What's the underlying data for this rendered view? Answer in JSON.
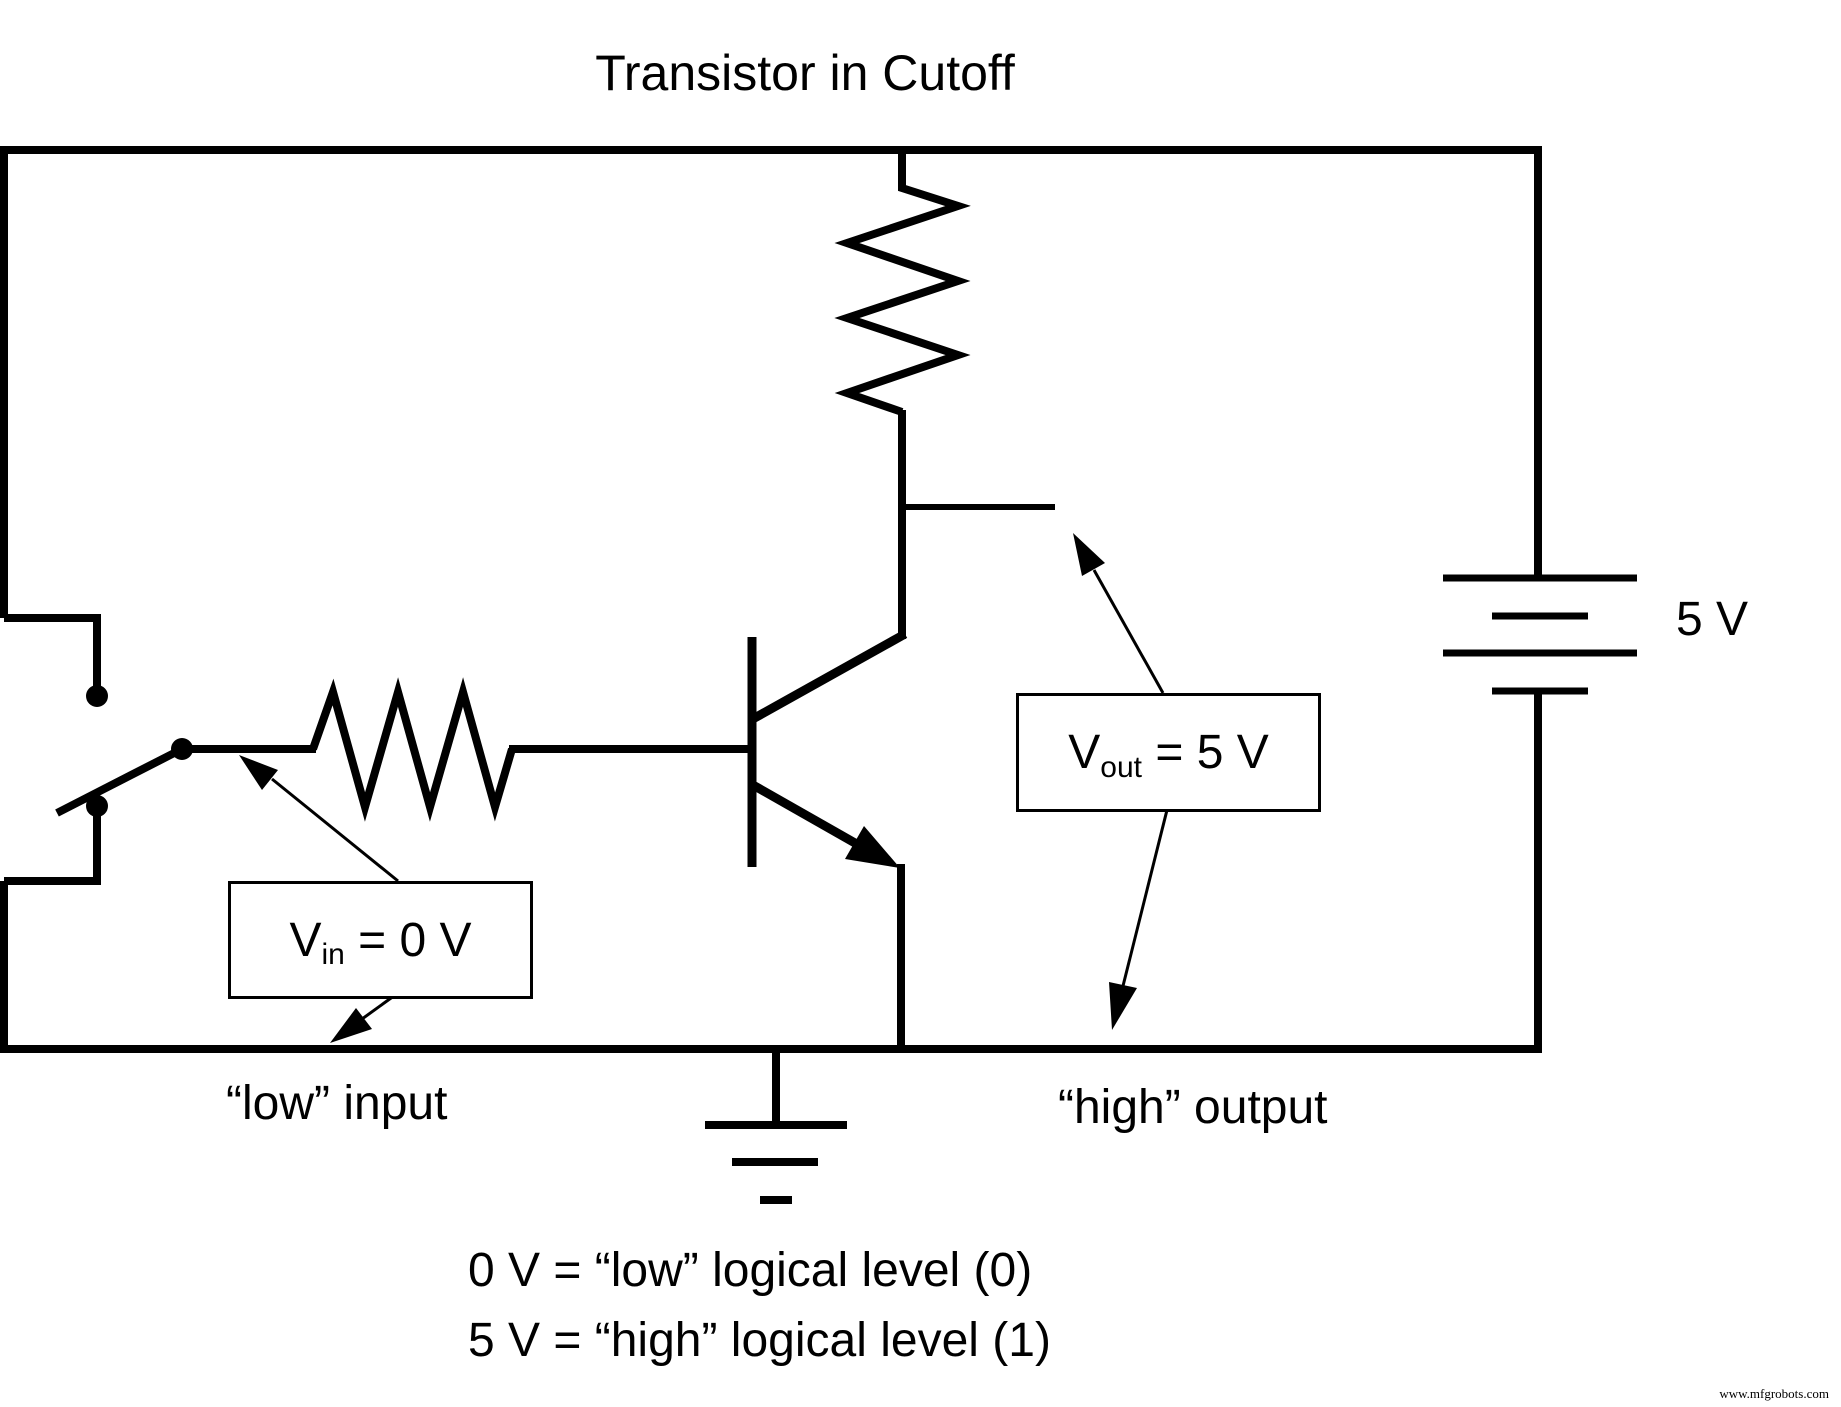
{
  "colors": {
    "ink": "#000000",
    "paper": "#ffffff"
  },
  "title": "Transistor in Cutoff",
  "battery": {
    "voltage_label": "5 V"
  },
  "callouts": {
    "vout": {
      "symbol": "V",
      "subscript": "out",
      "equals": " = 5 V"
    },
    "vin": {
      "symbol": "V",
      "subscript": "in",
      "equals": " = 0 V"
    }
  },
  "labels": {
    "input": "“low” input",
    "output": "“high” output"
  },
  "legend": {
    "line1": "0 V = “low” logical level (0)",
    "line2": "5 V = “high” logical level (1)"
  },
  "watermark": "www.mfgrobots.com"
}
